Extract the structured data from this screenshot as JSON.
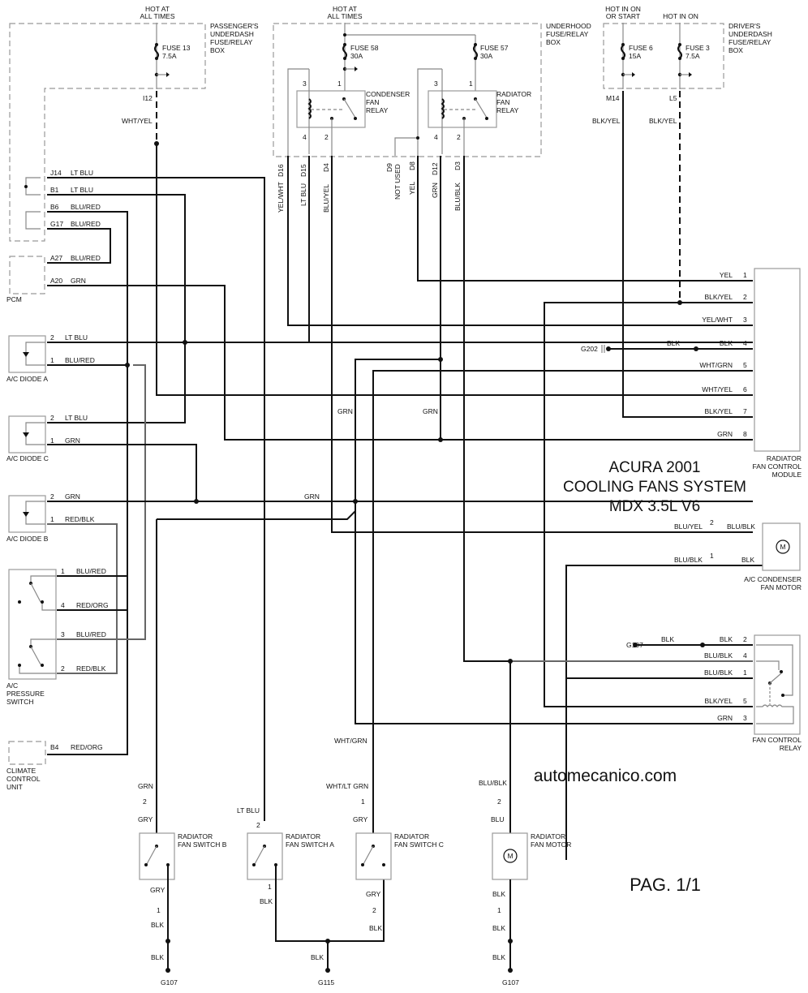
{
  "title": {
    "line1": "ACURA 2001",
    "line2": "COOLING FANS SYSTEM",
    "line3": "MDX 3.5L V6"
  },
  "watermark": "automecanico.com",
  "page": "PAG. 1/1",
  "power": {
    "hot_at_all_times_1": [
      "HOT AT",
      "ALL TIMES"
    ],
    "hot_at_all_times_2": [
      "HOT AT",
      "ALL TIMES"
    ],
    "hot_in_on_or_start": [
      "HOT IN ON",
      "OR START"
    ],
    "hot_in_on": "HOT IN ON"
  },
  "boxes": {
    "passenger_fuse_box": [
      "PASSENGER'S",
      "UNDERDASH",
      "FUSE/RELAY",
      "BOX"
    ],
    "underhood_fuse_box": [
      "UNDERHOOD",
      "FUSE/RELAY",
      "BOX"
    ],
    "driver_fuse_box": [
      "DRIVER'S",
      "UNDERDASH",
      "FUSE/RELAY",
      "BOX"
    ]
  },
  "fuses": [
    {
      "name": "FUSE 13",
      "rating": "7.5A"
    },
    {
      "name": "FUSE 58",
      "rating": "30A"
    },
    {
      "name": "FUSE 57",
      "rating": "30A"
    },
    {
      "name": "FUSE 6",
      "rating": "15A"
    },
    {
      "name": "FUSE 3",
      "rating": "7.5A"
    }
  ],
  "relays": {
    "condenser": [
      "CONDENSER",
      "FAN",
      "RELAY"
    ],
    "radiator": [
      "RADIATOR",
      "FAN",
      "RELAY"
    ],
    "pins": [
      "3",
      "1",
      "4",
      "2"
    ]
  },
  "top_connectors": {
    "i12": "I12",
    "m14": "M14",
    "l5": "L5",
    "wht_yel": "WHT/YEL",
    "blk_yel_a": "BLK/YEL",
    "blk_yel_b": "BLK/YEL"
  },
  "underhood_terminals": [
    {
      "pin": "D16",
      "wire": "YEL/WHT"
    },
    {
      "pin": "D15",
      "wire": "LT BLU"
    },
    {
      "pin": "D4",
      "wire": "BLU/YEL"
    },
    {
      "pin": "D9",
      "wire": "NOT USED"
    },
    {
      "pin": "D8",
      "wire": "YEL"
    },
    {
      "pin": "D12",
      "wire": "GRN"
    },
    {
      "pin": "D3",
      "wire": "BLU/BLK"
    }
  ],
  "pcm": {
    "label": "PCM",
    "pins": [
      {
        "pin": "J14",
        "wire": "LT BLU"
      },
      {
        "pin": "B1",
        "wire": "LT BLU"
      },
      {
        "pin": "B6",
        "wire": "BLU/RED"
      },
      {
        "pin": "G17",
        "wire": "BLU/RED"
      },
      {
        "pin": "A27",
        "wire": "BLU/RED"
      },
      {
        "pin": "A20",
        "wire": "GRN"
      }
    ]
  },
  "diodes": [
    {
      "label": "A/C DIODE A",
      "pins": [
        {
          "pin": "2",
          "wire": "LT BLU"
        },
        {
          "pin": "1",
          "wire": "BLU/RED"
        }
      ]
    },
    {
      "label": "A/C DIODE C",
      "pins": [
        {
          "pin": "2",
          "wire": "LT BLU"
        },
        {
          "pin": "1",
          "wire": "GRN"
        }
      ]
    },
    {
      "label": "A/C DIODE B",
      "pins": [
        {
          "pin": "2",
          "wire": "GRN"
        },
        {
          "pin": "1",
          "wire": "RED/BLK"
        }
      ]
    }
  ],
  "pressure_switch": {
    "label": [
      "A/C",
      "PRESSURE",
      "SWITCH"
    ],
    "pins": [
      {
        "pin": "1",
        "wire": "BLU/RED"
      },
      {
        "pin": "4",
        "wire": "RED/ORG"
      },
      {
        "pin": "3",
        "wire": "BLU/RED"
      },
      {
        "pin": "2",
        "wire": "RED/BLK"
      }
    ]
  },
  "climate_control": {
    "label": [
      "CLIMATE",
      "CONTROL",
      "UNIT"
    ],
    "pin": "B4",
    "wire": "RED/ORG"
  },
  "fan_control_module": {
    "label": [
      "RADIATOR",
      "FAN CONTROL",
      "MODULE"
    ],
    "pins": [
      {
        "pin": "1",
        "wire": "YEL"
      },
      {
        "pin": "2",
        "wire": "BLK/YEL"
      },
      {
        "pin": "3",
        "wire": "YEL/WHT"
      },
      {
        "pin": "4",
        "wire": "BLK"
      },
      {
        "pin": "5",
        "wire": "WHT/GRN"
      },
      {
        "pin": "6",
        "wire": "WHT/YEL"
      },
      {
        "pin": "7",
        "wire": "BLK/YEL"
      },
      {
        "pin": "8",
        "wire": "GRN"
      }
    ],
    "ground": "G202",
    "ground_wire": "BLK"
  },
  "mid_labels": {
    "grn_1": "GRN",
    "grn_2": "GRN",
    "grn_3": "GRN"
  },
  "condenser_motor": {
    "label": [
      "A/C CONDENSER",
      "FAN MOTOR"
    ],
    "pins": [
      {
        "pin": "2",
        "wire_in": "BLU/YEL",
        "wire_out": "BLU/BLK"
      },
      {
        "pin": "1",
        "wire_in": "BLU/BLK",
        "wire_out": "BLK"
      }
    ],
    "symbol": "M"
  },
  "fan_control_relay": {
    "label": [
      "FAN CONTROL",
      "RELAY"
    ],
    "ground": "G107",
    "ground_wire": "BLK",
    "pins": [
      {
        "pin": "2",
        "wire": "BLK"
      },
      {
        "pin": "4",
        "wire": "BLU/BLK"
      },
      {
        "pin": "1",
        "wire": "BLU/BLK"
      },
      {
        "pin": "5",
        "wire": "BLK/YEL"
      },
      {
        "pin": "3",
        "wire": "GRN"
      }
    ]
  },
  "fan_switches": [
    {
      "label": [
        "RADIATOR",
        "FAN SWITCH B"
      ],
      "top_wire": "GRN",
      "pin_top": "2",
      "wire_top_in": "GRY",
      "wire_bottom": "GRY",
      "pin_bottom": "1",
      "blk1": "BLK",
      "blk2": "BLK",
      "ground": "G107"
    },
    {
      "label": [
        "RADIATOR",
        "FAN SWITCH A"
      ],
      "top_wire": "LT BLU",
      "pin_top": "2",
      "pin_bottom": "1",
      "wire_bottom": "BLK",
      "ground": "G115",
      "blk_ground": "BLK"
    },
    {
      "label": [
        "RADIATOR",
        "FAN SWITCH C"
      ],
      "top_wire": "WHT/GRN",
      "mid_wire": "WHT/LT GRN",
      "pin_top": "1",
      "wire_top_in": "GRY",
      "wire_bottom": "GRY",
      "pin_bottom": "2",
      "blk": "BLK"
    }
  ],
  "radiator_motor": {
    "label": [
      "RADIATOR",
      "FAN MOTOR"
    ],
    "wire_top": "BLU/BLK",
    "pin_top": "2",
    "wire_in": "BLU",
    "symbol": "M",
    "blk1": "BLK",
    "pin_bottom": "1",
    "blk2": "BLK",
    "blk3": "BLK",
    "ground": "G107"
  }
}
